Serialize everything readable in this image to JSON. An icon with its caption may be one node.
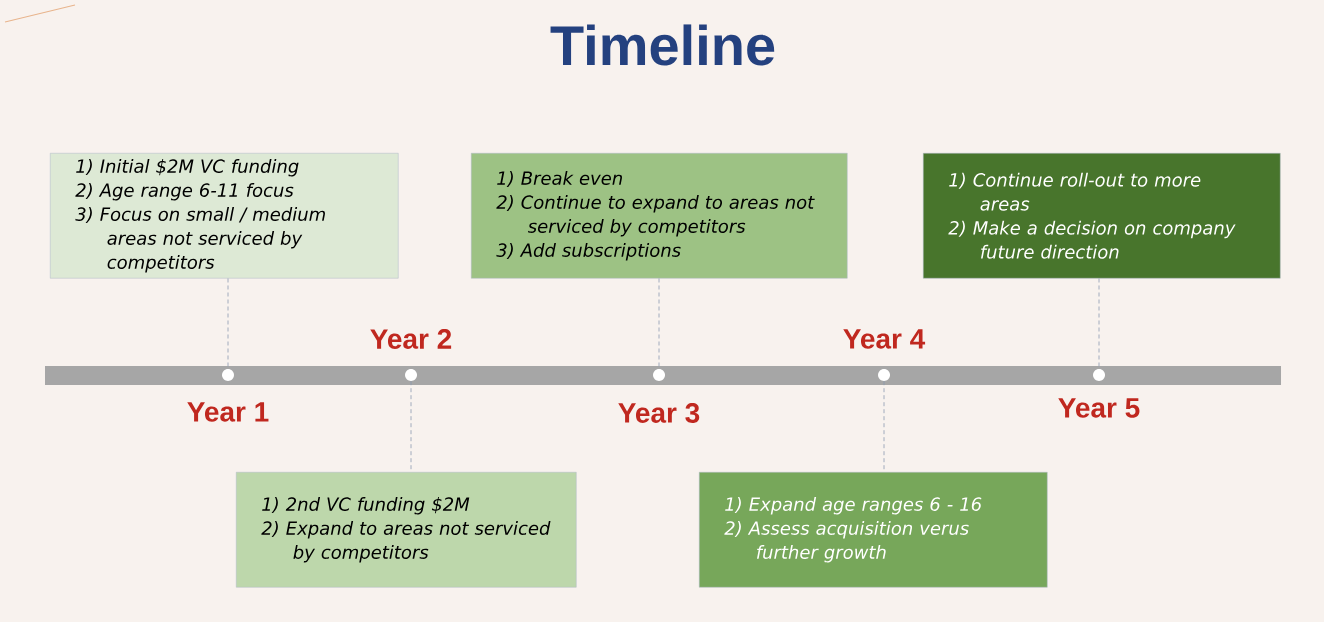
{
  "diagram": {
    "title": "Timeline",
    "nodes": [
      {
        "text": [
          "1) Initial $2M VC funding",
          "2) Age range 6-11 focus",
          "3) Focus on small / medium areas not serviced by competitors"
        ]
      },
      {
        "text": [
          "1) Break even",
          "2) Continue to expand to areas not serviced by competitors",
          "3) Add subscriptions"
        ]
      },
      {
        "text": [
          "1) Continue roll-out to more areas",
          "2) Make a decision on company future direction"
        ]
      },
      {
        "text": [],
        "shape": "circle",
        "beside": [
          "Year 1"
        ]
      },
      {
        "text": [],
        "shape": "circle",
        "beside": [
          "Year 2"
        ]
      },
      {
        "text": [],
        "shape": "circle",
        "beside": [
          "Year 3"
        ]
      },
      {
        "text": [],
        "shape": "circle",
        "beside": [
          "Year 4"
        ]
      },
      {
        "text": [],
        "shape": "circle",
        "beside": [
          "Year 5"
        ]
      },
      {
        "text": [
          "1) 2nd VC funding $2M",
          "2) Expand to areas not serviced by competitors"
        ]
      },
      {
        "text": [
          "1) Expand age ranges 6 - 16",
          "2) Assess acquisition verus further growth"
        ]
      }
    ],
    "edges": [
      {
        "from": 0,
        "to": 3,
        "arrow": "none",
        "style": "dashed"
      },
      {
        "from": 4,
        "to": 8,
        "arrow": "none",
        "style": "dashed"
      },
      {
        "from": 1,
        "to": 5,
        "arrow": "none",
        "style": "dashed"
      },
      {
        "from": 6,
        "to": 9,
        "arrow": "none",
        "style": "dashed"
      },
      {
        "from": 2,
        "to": 7,
        "arrow": "none",
        "style": "dashed"
      }
    ]
  }
}
